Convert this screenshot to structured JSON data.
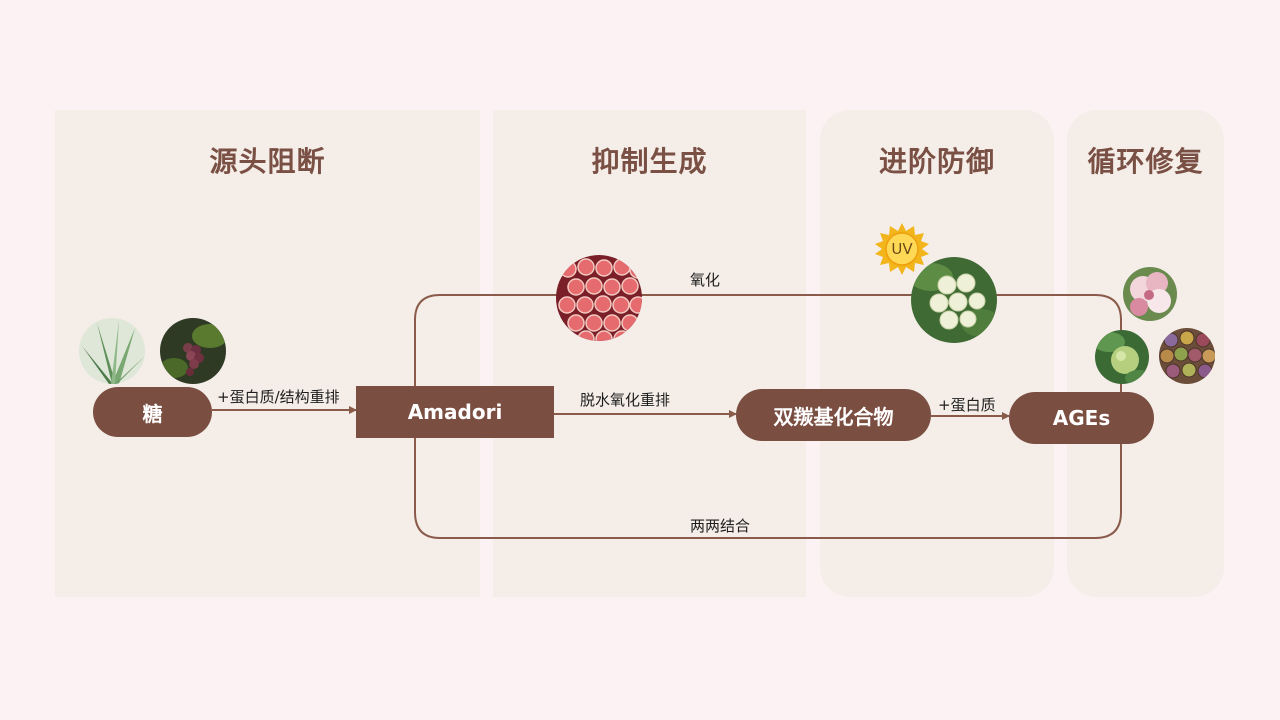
{
  "panels": [
    {
      "title": "源头阻断"
    },
    {
      "title": "抑制生成"
    },
    {
      "title": "进阶防御"
    },
    {
      "title": "循环修复"
    }
  ],
  "nodes": {
    "sugar": "糖",
    "amadori": "Amadori",
    "dicarbonyl": "双羰基化合物",
    "ages": "AGEs"
  },
  "edges": {
    "protein_rearrange": "+蛋白质/结构重排",
    "dehydration": "脱水氧化重排",
    "protein": "+蛋白质",
    "oxidation": "氧化",
    "pairwise": "两两结合"
  },
  "badges": {
    "uv": "UV"
  },
  "colors": {
    "background": "#fcf2f4",
    "panel": "#f4ede8",
    "accent": "#7b4e42",
    "title": "#7a5044",
    "line": "#8a5a4a"
  },
  "icons": [
    "aloe-photo",
    "grape-photo",
    "pomegranate-photo",
    "tomato-photo",
    "sun-icon",
    "flower-photo",
    "green-fruit-photo",
    "berries-photo"
  ]
}
